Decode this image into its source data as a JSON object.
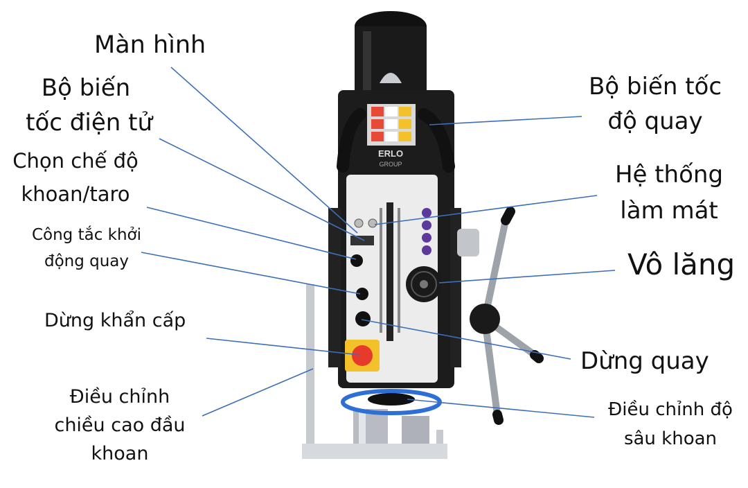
{
  "machine": {
    "brand": "ERLO",
    "brand_sub": "GROUP",
    "colors": {
      "body": "#1c1c1c",
      "panel": "#ececec",
      "accent_blue": "#2e6fd6",
      "estop_red": "#e63b2a",
      "estop_yellow": "#f3c22a",
      "leader_line": "#3d6fb8"
    }
  },
  "labels": {
    "man_hinh": "Màn hình",
    "bo_bien_toc_dien_tu": [
      "Bộ biến",
      "tốc điện tử"
    ],
    "chon_che_do": [
      "Chọn chế độ",
      "khoan/taro"
    ],
    "cong_tac": [
      "Công tắc khởi",
      "động quay"
    ],
    "dung_khan_cap": "Dừng khẩn cấp",
    "dieu_chinh_chieu_cao": [
      "Điều chỉnh",
      "chiều cao đầu",
      "khoan"
    ],
    "bo_bien_toc_do_quay": [
      "Bộ biến tốc",
      "độ quay"
    ],
    "he_thong_lam_mat": [
      "Hệ thống",
      "làm mát"
    ],
    "vo_lang": "Vô lăng",
    "dung_quay": "Dừng quay",
    "dieu_chinh_do_sau": [
      "Điều chỉnh độ",
      "sâu khoan"
    ]
  }
}
